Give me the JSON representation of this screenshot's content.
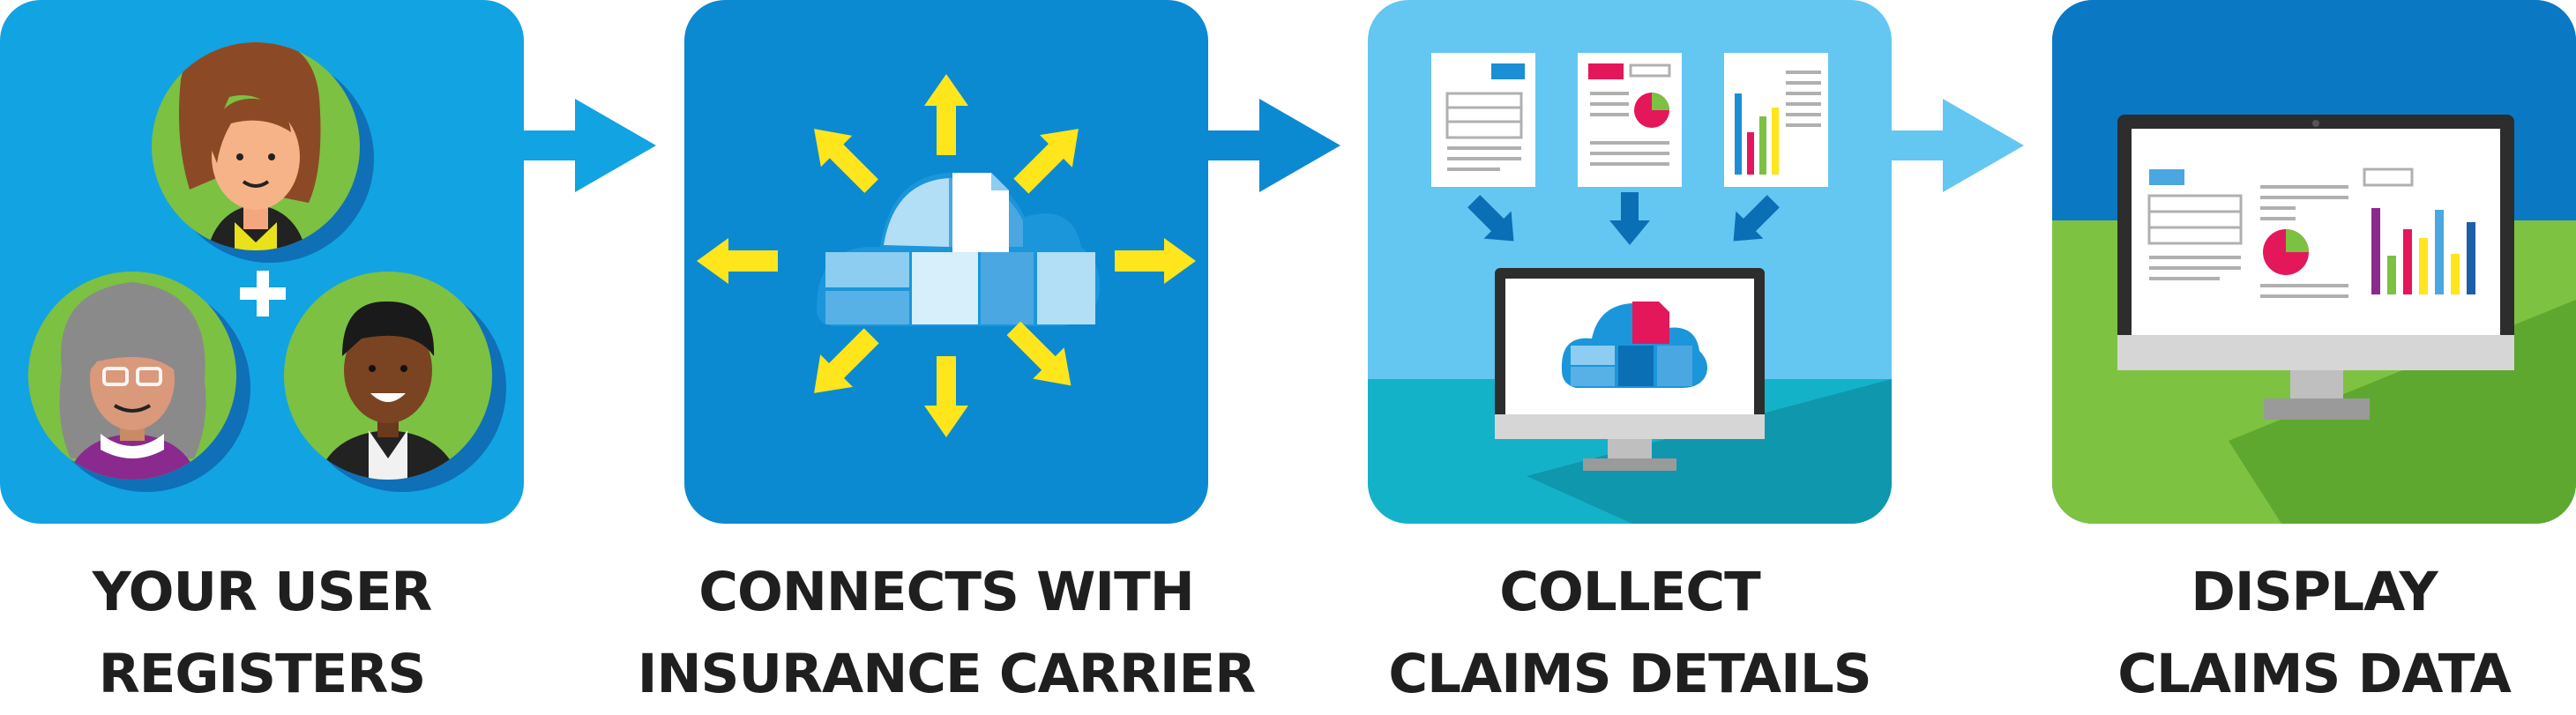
{
  "steps": [
    {
      "line1": "YOUR USER",
      "line2": "REGISTERS"
    },
    {
      "line1": "CONNECTS WITH",
      "line2": "INSURANCE CARRIER"
    },
    {
      "line1": "COLLECT",
      "line2": "CLAIMS DETAILS"
    },
    {
      "line1": "DISPLAY",
      "line2": "CLAIMS DATA"
    }
  ],
  "icons": [
    "woman-avatar-icon",
    "plus-icon",
    "senior-woman-avatar-icon",
    "man-avatar-icon",
    "cloud-icon",
    "document-icon",
    "monitor-icon",
    "pie-chart-icon",
    "bar-chart-icon",
    "arrow-right-icon"
  ],
  "colors": {
    "panel1": "#12a3e2",
    "panel2": "#0b8ad2",
    "panel3": "#63c7f1",
    "panel4_sky": "#0b78c4",
    "panel4_grass": "#7ec242",
    "avatar_green": "#7cc142",
    "yellow_arrow": "#ffe51c",
    "accent_pink": "#e4175b",
    "caption_text": "#1f1f1f"
  }
}
